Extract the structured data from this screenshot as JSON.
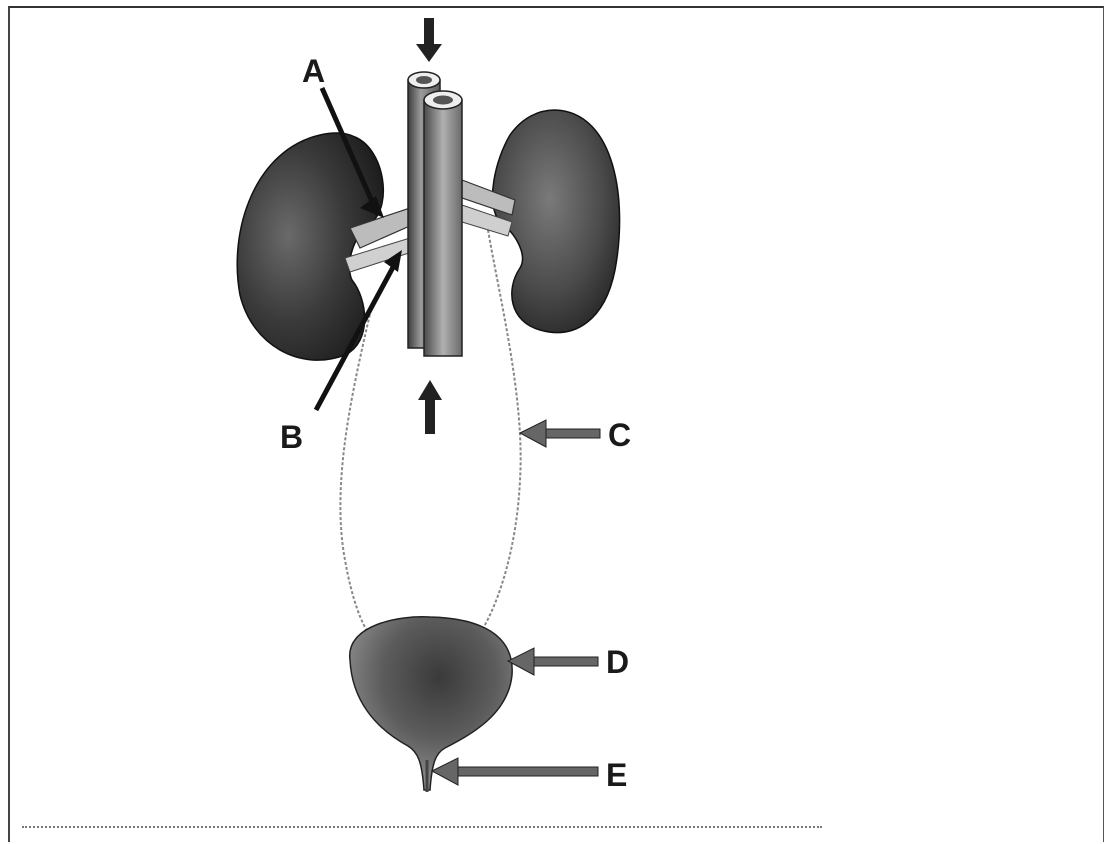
{
  "labels": {
    "a": "A",
    "b": "B",
    "c": "C",
    "d": "D",
    "e": "E"
  },
  "icons": {
    "blood_flow_down_arrow": "down-arrow-icon",
    "blood_flow_up_arrow": "up-arrow-icon"
  }
}
